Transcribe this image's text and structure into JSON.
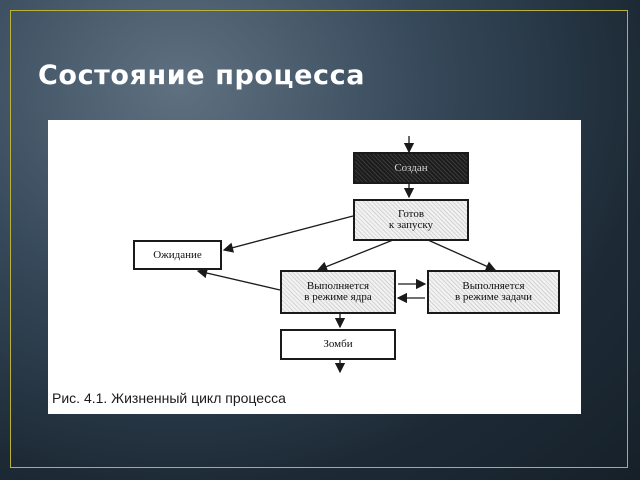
{
  "slide": {
    "title": "Состояние процесса"
  },
  "diagram": {
    "nodes": {
      "create": "Создан",
      "ready": "Готов\nк запуску",
      "waiting": "Ожидание",
      "run_kernel": "Выполняется\nв режиме ядра",
      "run_user": "Выполняется\nв режиме задачи",
      "zombie": "Зомби"
    },
    "caption": "Рис. 4.1. Жизненный цикл процесса"
  },
  "colors": {
    "frame": "#b8b23a",
    "title": "#ffffff",
    "panel": "#ffffff"
  }
}
